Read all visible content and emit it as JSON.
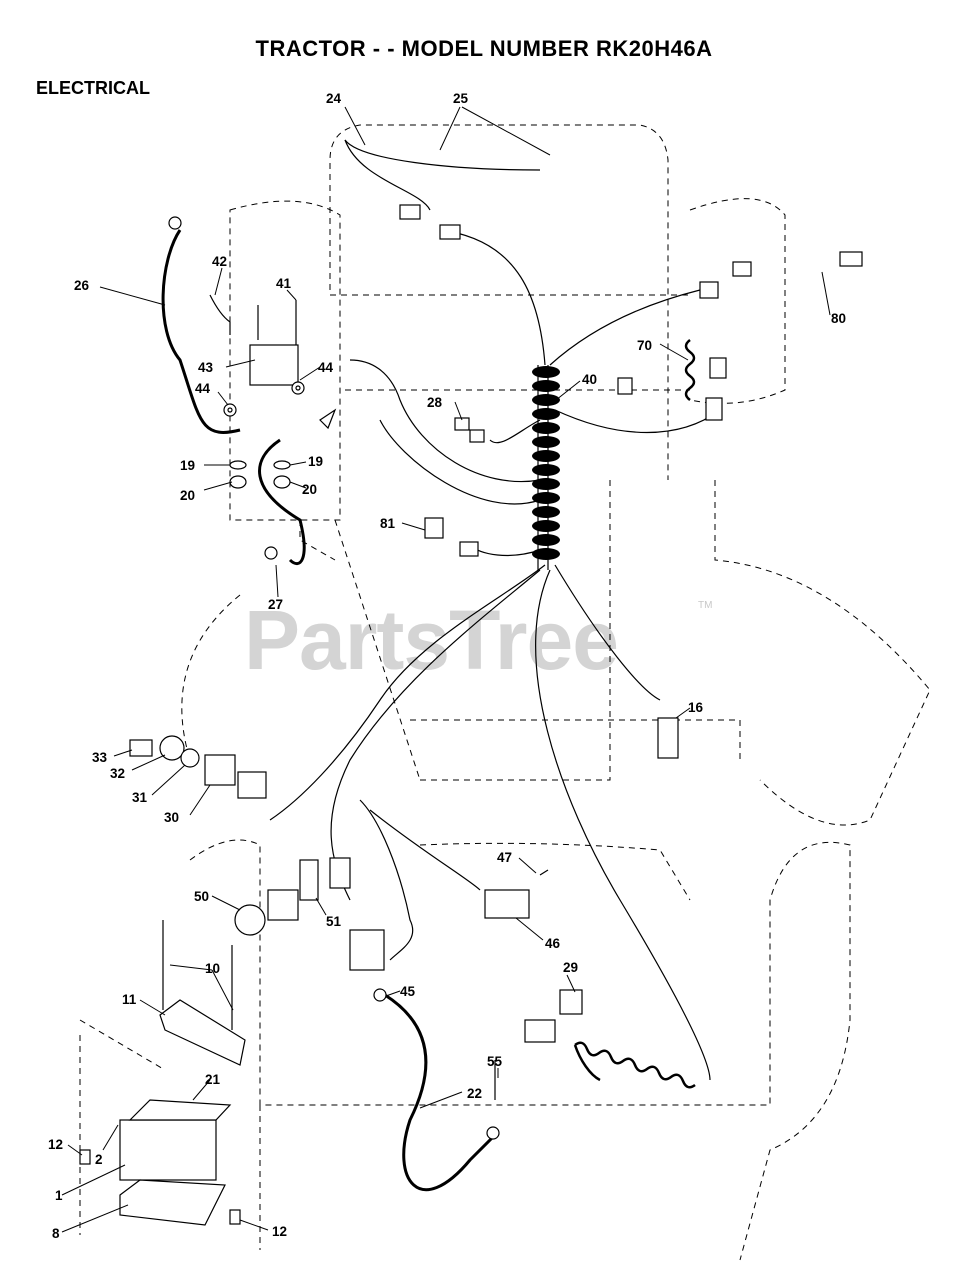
{
  "title": "TRACTOR - - MODEL NUMBER RK20H46A",
  "section": "ELECTRICAL",
  "watermark": "PartsTree",
  "watermark_mark": "TM",
  "callouts": [
    "1",
    "2",
    "8",
    "10",
    "11",
    "12",
    "12",
    "16",
    "19",
    "19",
    "20",
    "20",
    "21",
    "22",
    "24",
    "25",
    "26",
    "27",
    "28",
    "29",
    "30",
    "31",
    "32",
    "33",
    "40",
    "41",
    "42",
    "43",
    "44",
    "44",
    "45",
    "46",
    "47",
    "50",
    "51",
    "55",
    "70",
    "80",
    "81"
  ],
  "colors": {
    "ink": "#000000",
    "watermark": "#d4d4d4",
    "background": "#ffffff"
  }
}
